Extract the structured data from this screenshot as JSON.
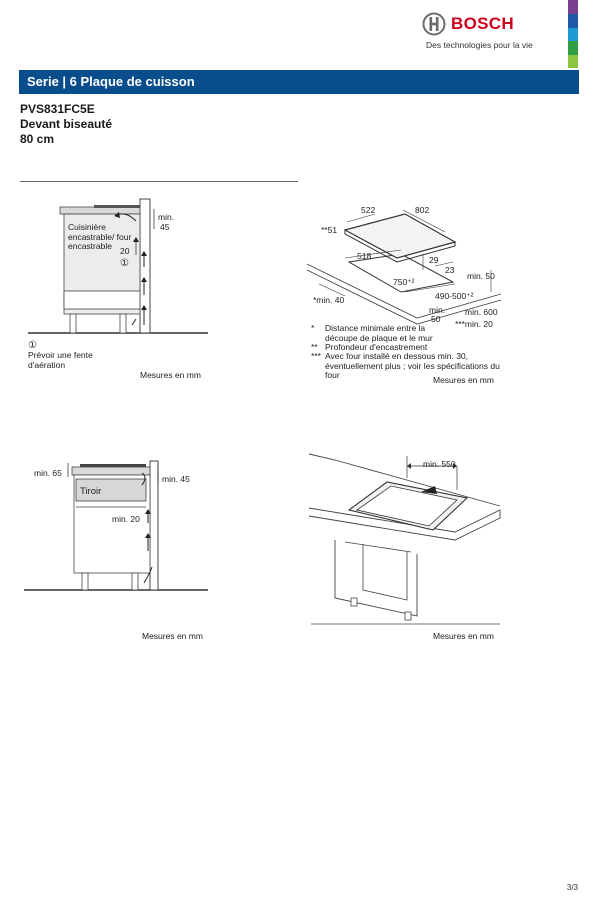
{
  "brand": {
    "name": "BOSCH",
    "tagline": "Des technologies pour la vie",
    "logo_icon": "bosch-armature-icon",
    "accent_color": "#d0021b",
    "strip_colors": [
      "#7b3f8f",
      "#1e5aa8",
      "#1e9ad6",
      "#2f9e44",
      "#8cc63f"
    ]
  },
  "header": {
    "series_title": "Serie | 6 Plaque de cuisson",
    "bar_color": "#0a4d8c"
  },
  "product": {
    "model": "PVS831FC5E",
    "front": "Devant biseauté",
    "width": "80 cm"
  },
  "diagram1": {
    "label_cooker": "Cuisinière encastrable/ four encastrable",
    "label_min": "min.",
    "label_45": "45",
    "label_20": "20",
    "circle_1": "①",
    "note_circle": "①",
    "note_text": "Prévoir une fente d'aération",
    "units": "Mesures en mm"
  },
  "diagram2": {
    "d522": "522",
    "d802": "802",
    "d51": "**51",
    "d518": "518",
    "d29": "29",
    "d23": "23",
    "dmin50": "min. 50",
    "d750": "750⁺²",
    "d490": "490-500⁺²",
    "dmin40": "*min. 40",
    "dmin600": "min. 600",
    "dmin": "min.",
    "d50": "50",
    "dmin20": "***min. 20",
    "notes": [
      {
        "mark": "*",
        "text": "Distance minimale entre la découpe de plaque et le mur"
      },
      {
        "mark": "**",
        "text": "Profondeur d'encastrement"
      },
      {
        "mark": "***",
        "text": "Avec four installé en dessous min. 30, éventuellement plus ; voir les spécifications du four"
      }
    ],
    "units": "Mesures en mm"
  },
  "diagram3": {
    "dmin65": "min. 65",
    "dmin45": "min. 45",
    "drawer": "Tiroir",
    "dmin20": "min. 20",
    "units": "Mesures en mm"
  },
  "diagram4": {
    "dmin550": "min. 550",
    "units": "Mesures en mm"
  },
  "footer": {
    "page": "3/3"
  }
}
